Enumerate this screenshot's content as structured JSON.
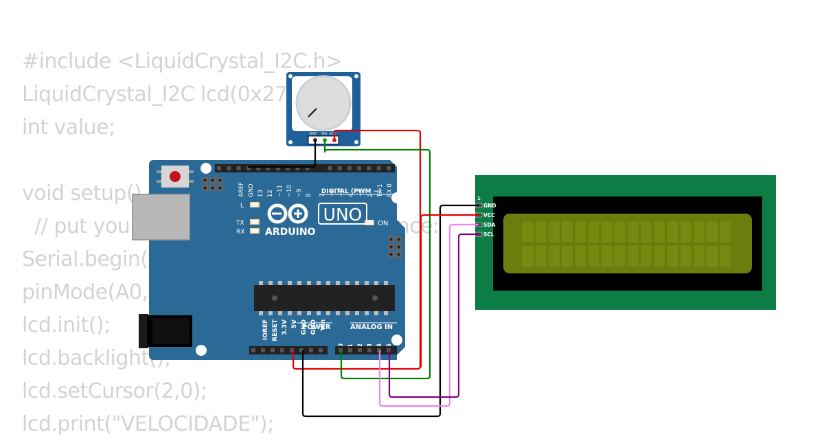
{
  "code_lines": [
    "#include <LiquidCrystal_I2C.h>",
    "LiquidCrystal_I2C lcd(0x27,16,2);",
    "int value;",
    "",
    "void setup() {",
    "  // put your setup code here, to run once:",
    "Serial.begin(9600);",
    "pinMode(A0,INPUT);",
    "lcd.init();",
    "lcd.backlight();",
    "lcd.setCursor(2,0);",
    "lcd.print(\"VELOCIDADE\");"
  ],
  "potentiometer": {
    "pins": [
      "GND",
      "SIG",
      "VCC"
    ]
  },
  "arduino": {
    "model": "UNO",
    "brand": "ARDUINO",
    "digital_header": "DIGITAL (PWM ~)",
    "digital_pins": [
      "AREF",
      "GND",
      "13",
      "12",
      "~11",
      "~10",
      "~9",
      "8",
      "7",
      "~6",
      "~5",
      "4",
      "~3",
      "2",
      "TX 1",
      "RX 0"
    ],
    "led_l": "L",
    "led_tx": "TX",
    "led_rx": "RX",
    "led_on": "ON",
    "power_header": "POWER",
    "power_pins": [
      "IOREF",
      "RESET",
      "3.3V",
      "5V",
      "GND",
      "GND",
      "Vin"
    ],
    "analog_header": "ANALOG IN",
    "analog_pins": [
      "A0",
      "A1",
      "A2",
      "A3",
      "A4",
      "A5"
    ]
  },
  "lcd": {
    "pin1_label": "1",
    "pins": [
      "GND",
      "VCC",
      "SDA",
      "SCL"
    ],
    "rows": 2,
    "cols": 16
  },
  "wire_colors": {
    "power": "#e00000",
    "ground": "#000000",
    "signal": "#008000",
    "sda": "#ee82ee",
    "scl": "#800080"
  }
}
